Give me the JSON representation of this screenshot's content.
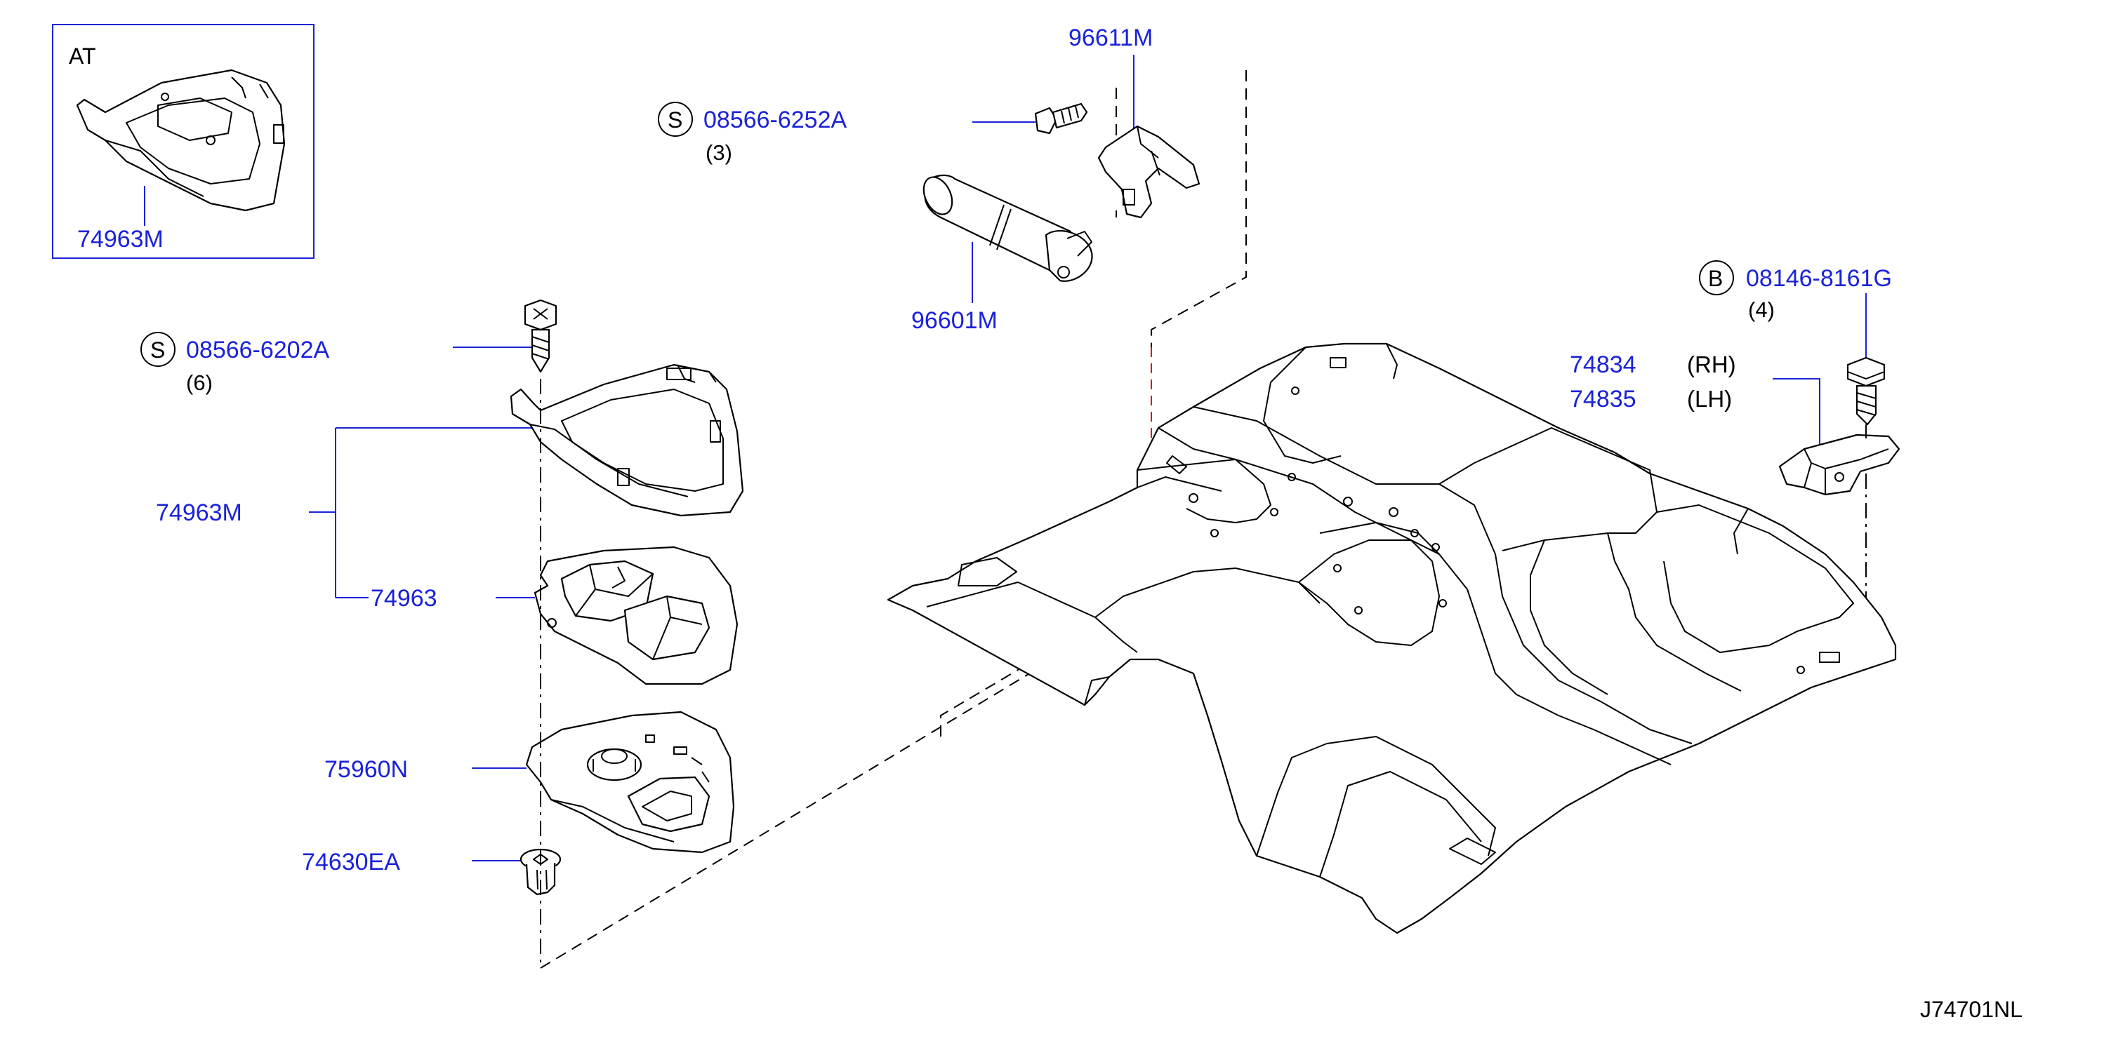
{
  "inset": {
    "title": "AT",
    "part": "74963M"
  },
  "labels": {
    "screw_a_symbol": "S",
    "screw_a_part": "08566-6252A",
    "screw_a_qty": "(3)",
    "bracket_holder": "96611M",
    "canister": "96601M",
    "screw_b_symbol": "S",
    "screw_b_part": "08566-6202A",
    "screw_b_qty": "(6)",
    "tray_assy": "74963M",
    "tray": "74963",
    "cover": "75960N",
    "clip": "74630EA",
    "bolt_symbol": "B",
    "bolt_part": "08146-8161G",
    "bolt_qty": "(4)",
    "bracket_rh_part": "74834",
    "bracket_rh_side": "(RH)",
    "bracket_lh_part": "74835",
    "bracket_lh_side": "(LH)",
    "diagram_code": "J74701NL"
  },
  "colors": {
    "callout": "#1a22d8",
    "line_art": "#000000",
    "accent_dash": "#e00000",
    "background": "#ffffff"
  }
}
